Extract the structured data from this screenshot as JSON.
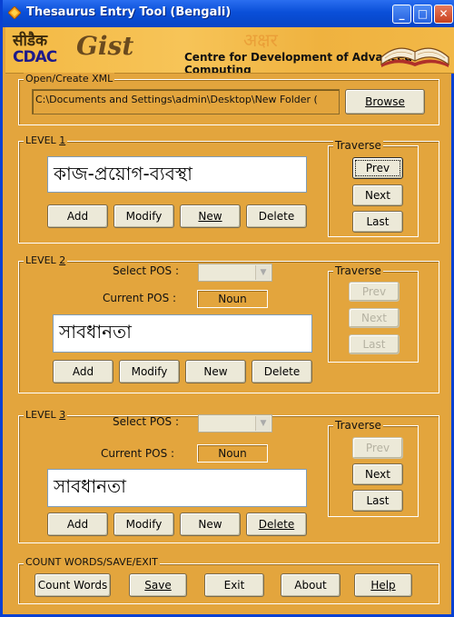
{
  "window": {
    "title": "Thesaurus Entry Tool (Bengali)",
    "controls": {
      "minimize": "_",
      "maximize": "□",
      "close": "✕"
    }
  },
  "banner": {
    "logo_hindi": "सीडैक",
    "logo_cdac": "CDAC",
    "logo_gist": "Gist",
    "watermark": "अक्षर",
    "caption": "Centre for Development of Advanced Computing"
  },
  "xml": {
    "group_label": "Open/Create XML",
    "path": "C:\\Documents and Settings\\admin\\Desktop\\New Folder (",
    "browse_label": "Browse"
  },
  "level1": {
    "label_prefix": "LEVEL ",
    "label_num": "1",
    "entry": "কাজ-প্রয়োগ-ব্যবস্থা",
    "buttons": {
      "add": "Add",
      "modify": "Modify",
      "new": "New",
      "delete": "Delete"
    },
    "traverse": {
      "label": "Traverse",
      "prev": "Prev",
      "next": "Next",
      "last": "Last"
    }
  },
  "level2": {
    "label_prefix": "LEVEL ",
    "label_num": "2",
    "select_pos_label": "Select POS :",
    "current_pos_label": "Current POS :",
    "current_pos_value": "Noun",
    "entry": "সাবধানতা",
    "buttons": {
      "add": "Add",
      "modify": "Modify",
      "new": "New",
      "delete": "Delete"
    },
    "traverse": {
      "label": "Traverse",
      "prev": "Prev",
      "next": "Next",
      "last": "Last"
    }
  },
  "level3": {
    "label_prefix": "LEVEL ",
    "label_num": "3",
    "select_pos_label": "Select POS :",
    "current_pos_label": "Current POS :",
    "current_pos_value": "Noun",
    "entry": "সাবধানতা",
    "buttons": {
      "add": "Add",
      "modify": "Modify",
      "new": "New",
      "delete": "Delete"
    },
    "traverse": {
      "label": "Traverse",
      "prev": "Prev",
      "next": "Next",
      "last": "Last"
    }
  },
  "footer": {
    "group_label": "COUNT WORDS/SAVE/EXIT",
    "buttons": {
      "count": "Count Words",
      "save": "Save",
      "exit": "Exit",
      "about": "About",
      "help": "Help"
    }
  },
  "colors": {
    "window_bg": "#e3a53d",
    "title_bar": "#0a4fd8",
    "button_face": "#ece9d8"
  }
}
